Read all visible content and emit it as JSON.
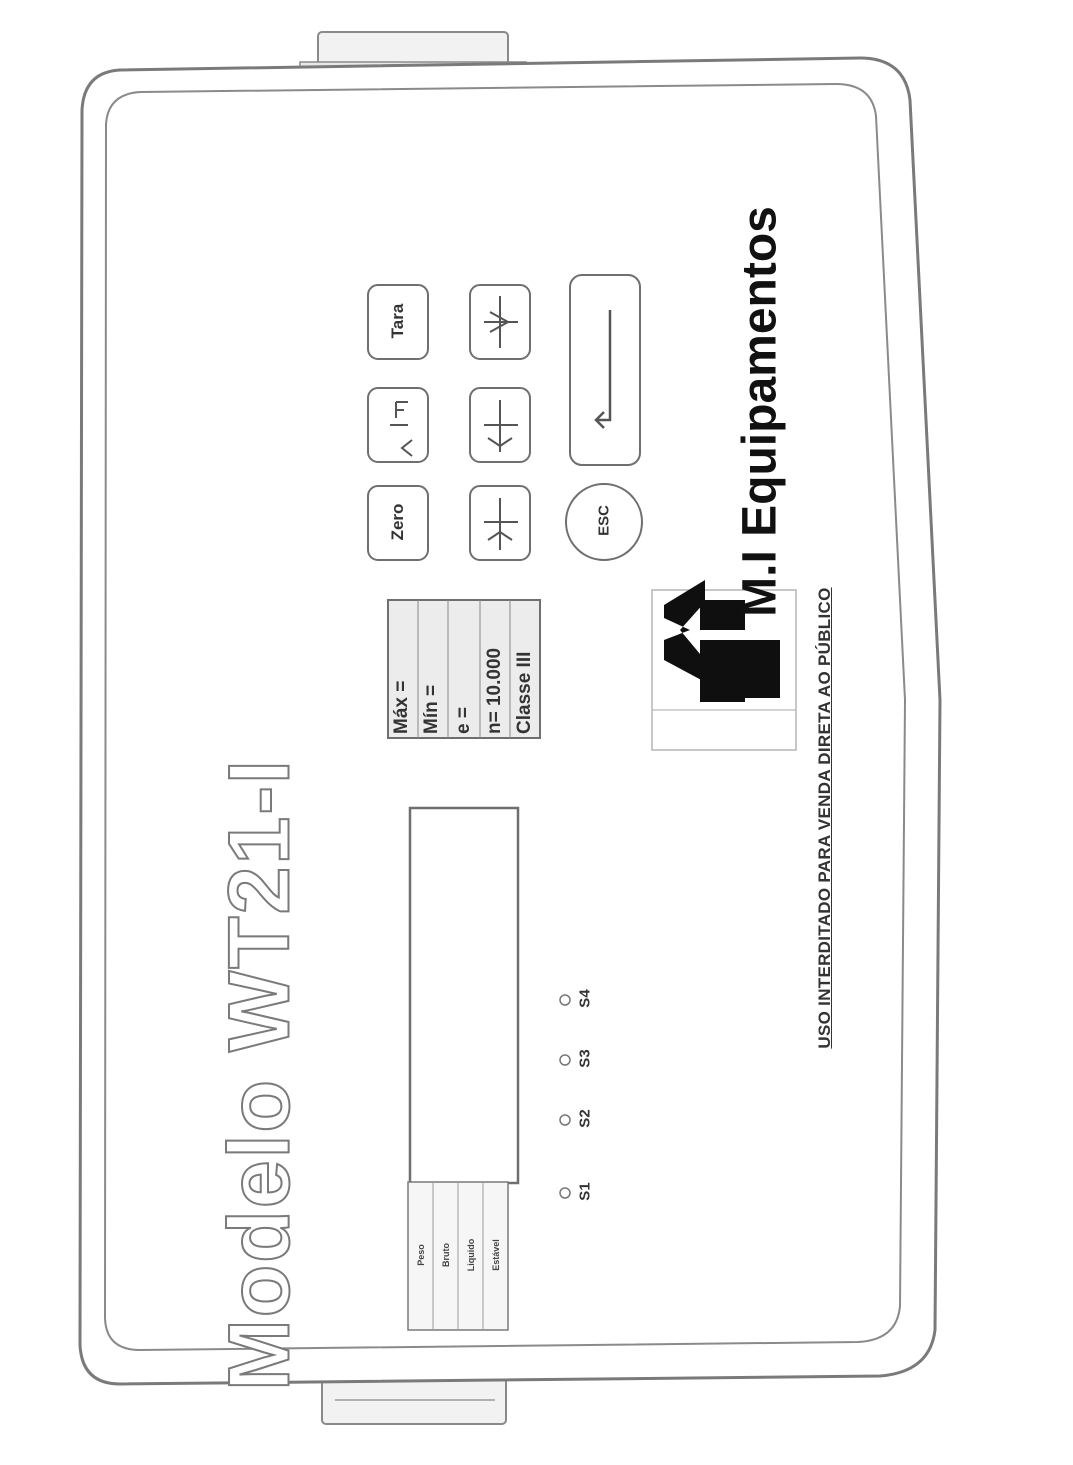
{
  "device": {
    "model_label": "Modelo WT21-I",
    "brand_name": "M.I Equipamentos",
    "usage_note": "USO INTERDITADO PARA VENDA DIRETA AO PÚBLICO"
  },
  "keypad": {
    "zero": "Zero",
    "tara": "Tara",
    "esc": "ESC",
    "enter_icon": "enter-arrow-icon"
  },
  "spec_plate": {
    "max": "Máx =",
    "min": "Mín =",
    "e": "e =",
    "n": "n= 10.000",
    "classe": "Classe III"
  },
  "indicators": [
    "S1",
    "S2",
    "S3",
    "S4"
  ],
  "side_labels": [
    "Peso",
    "Bruto",
    "Liquido",
    "Estável"
  ]
}
